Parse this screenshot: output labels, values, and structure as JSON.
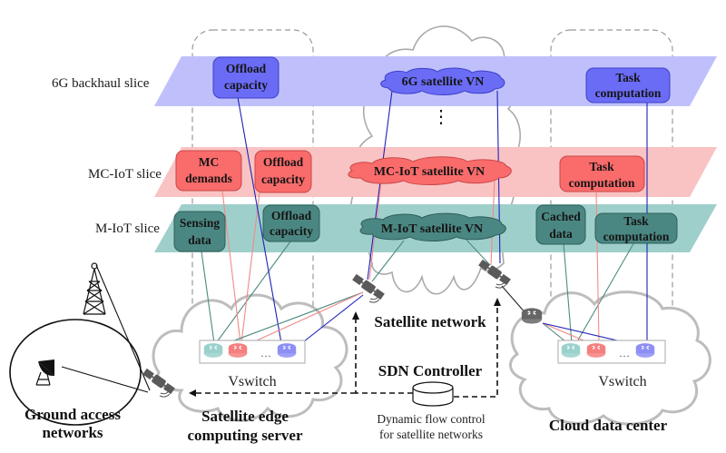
{
  "slices": {
    "backhaul": {
      "label": "6G backhaul slice",
      "color": "#bfc0fb"
    },
    "mc_iot": {
      "label": "MC-IoT slice",
      "color": "#f9c3c3"
    },
    "m_iot": {
      "label": "M-IoT slice",
      "color": "#9fcfcb"
    }
  },
  "edge_server": {
    "backhaul_box": [
      "Offload",
      "capacity"
    ],
    "mc_box_1": [
      "MC",
      "demands"
    ],
    "mc_box_2": [
      "Offload",
      "capacity"
    ],
    "m_box_1": [
      "Sensing",
      "data"
    ],
    "m_box_2": [
      "Offload",
      "capacity"
    ],
    "vswitch_label": "Vswitch",
    "title_line1": "Satellite edge",
    "title_line2": "computing server"
  },
  "satellite_network": {
    "backhaul_vn": "6G satellite VN",
    "ellipsis": "⋮",
    "mc_vn": "MC-IoT satellite VN",
    "m_vn": "M-IoT satellite VN",
    "title": "Satellite network"
  },
  "cloud": {
    "backhaul_box": [
      "Task",
      "computation"
    ],
    "mc_box": [
      "Task",
      "computation"
    ],
    "m_box_1": [
      "Cached",
      "data"
    ],
    "m_box_2": [
      "Task",
      "computation"
    ],
    "vswitch_label": "Vswitch",
    "title": "Cloud data center"
  },
  "ground": {
    "title_line1": "Ground access",
    "title_line2": "networks"
  },
  "sdn": {
    "title": "SDN Controller",
    "desc_line1": "Dynamic flow control",
    "desc_line2": "for satellite networks"
  },
  "colors": {
    "blue_box": "#6a6cf6",
    "red_box": "#fa6b6b",
    "teal_box": "#4b8782",
    "blue_line": "#1f22b8",
    "red_line": "#f08a8a",
    "teal_line": "#4e8a80",
    "router_teal": "#9ad1cc",
    "router_red": "#f57f7f",
    "router_blue": "#8d8ff5"
  }
}
